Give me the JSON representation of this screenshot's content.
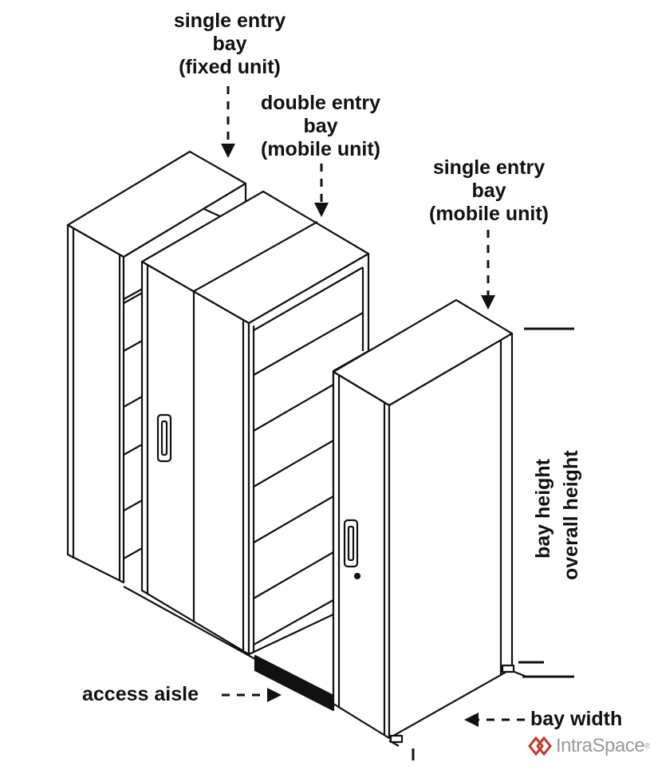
{
  "labels": {
    "single_fixed": [
      "single entry",
      "bay",
      "(fixed unit)"
    ],
    "double_mobile": [
      "double entry",
      "bay",
      "(mobile unit)"
    ],
    "single_mobile": [
      "single entry",
      "bay",
      "(mobile unit)"
    ],
    "access_aisle": "access aisle",
    "bay_width": "bay width",
    "bay_height": "bay height",
    "overall_height": "overall height"
  },
  "logo": {
    "text": "IntraSpace",
    "mark": "®"
  },
  "colors": {
    "line": "#111111",
    "shelf_fill": "#ffffff",
    "logo": "#c0392b"
  }
}
